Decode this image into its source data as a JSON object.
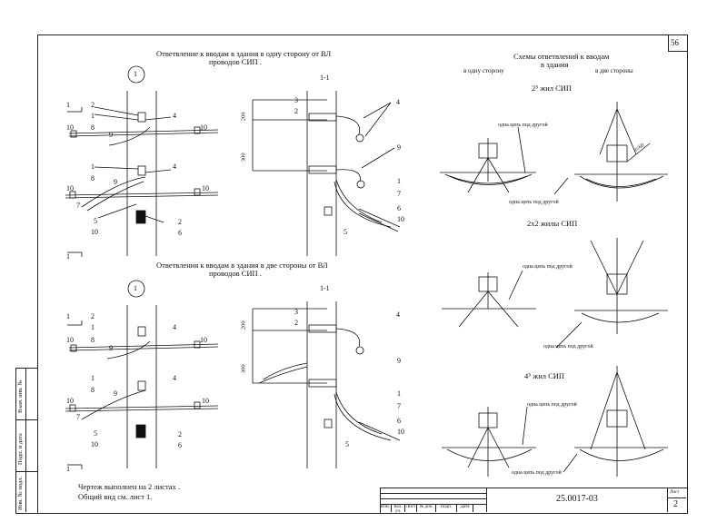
{
  "sheet": {
    "page_number": "56",
    "code": "25.0017-03",
    "sheet_label": "Лист",
    "sheet_number": "2"
  },
  "top_section": {
    "title_line1": "Ответвление к вводам в здания в одну сторону от ВЛ",
    "title_line2": "проводов СИП .",
    "circle_label": "1",
    "section_label": "1-1",
    "section_marks": [
      "1",
      "1"
    ],
    "dim_200": "200",
    "dim_300": "300"
  },
  "bottom_section": {
    "title_line1": "Ответвления к вводам в здания в две стороны от ВЛ",
    "title_line2": "проводов СИП .",
    "circle_label": "1",
    "section_label": "1-1",
    "section_marks": [
      "1",
      "1"
    ],
    "dim_200": "200",
    "dim_300": "300"
  },
  "callouts": {
    "n1": "1",
    "n2": "2",
    "n3": "3",
    "n4": "4",
    "n5": "5",
    "n6": "6",
    "n7": "7",
    "n8": "8",
    "n9": "9",
    "n10": "10"
  },
  "schemes": {
    "title_line1": "Схемы ответвлений к вводам",
    "title_line2": "в здания",
    "col_one_side": "в одну сторону",
    "col_two_sides": "в две стороны",
    "group1_title": "2⁵ жил СИП",
    "group2_title": "2x2 жилы СИП",
    "group3_title": "4⁵ жил СИП",
    "note_one_circuit": "одна цепь под другой",
    "angle_label": "α≤60"
  },
  "notes": {
    "line1": "Чертеж выполнен на 2 листах .",
    "line2": "Общий вид см. лист 1."
  },
  "side_stamp": {
    "inv_podl": "Инв. № подл.",
    "podp_data": "Подп. и дата",
    "vzam_inv": "Взам. инв. №"
  },
  "title_block": {
    "cols": [
      "Изм.",
      "Кол. уч.",
      "Лист",
      "№ док.",
      "Подп.",
      "Дата"
    ]
  }
}
